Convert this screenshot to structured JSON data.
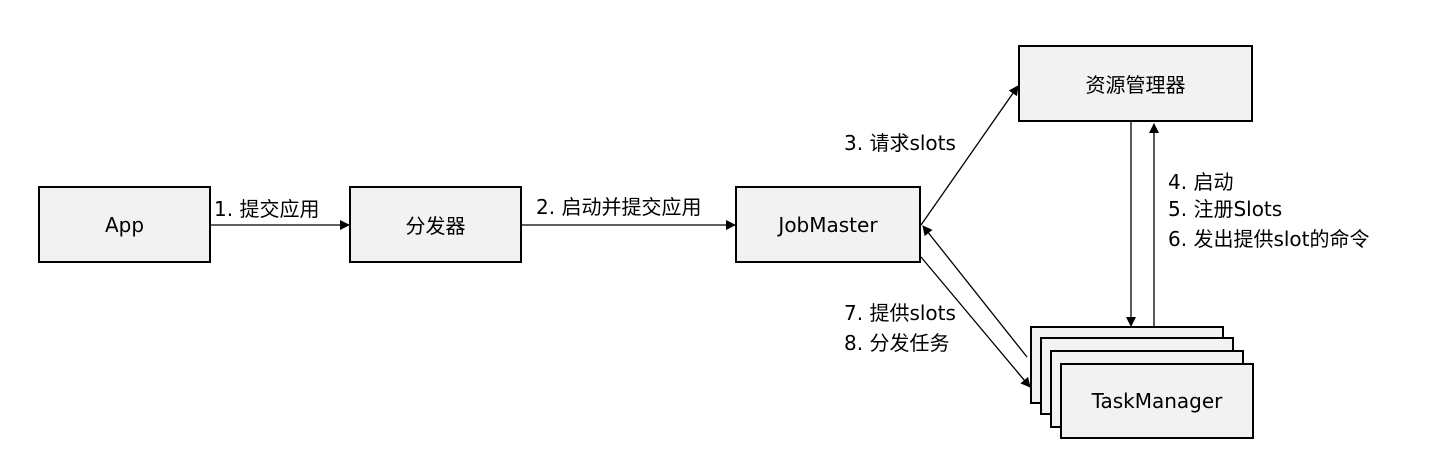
{
  "nodes": {
    "app": "App",
    "dispatcher": "分发器",
    "jobmaster": "JobMaster",
    "resource_manager": "资源管理器",
    "taskmanager": "TaskManager"
  },
  "edges": {
    "app_to_dispatcher": "1. 提交应用",
    "dispatcher_to_jobmaster": "2. 启动并提交应用",
    "request_slots": "3. 请求slots",
    "rm_steps": [
      "4. 启动",
      "5. 注册Slots",
      "6. 发出提供slot的命令"
    ],
    "tm_steps": [
      "7. 提供slots",
      "8. 分发任务"
    ]
  }
}
